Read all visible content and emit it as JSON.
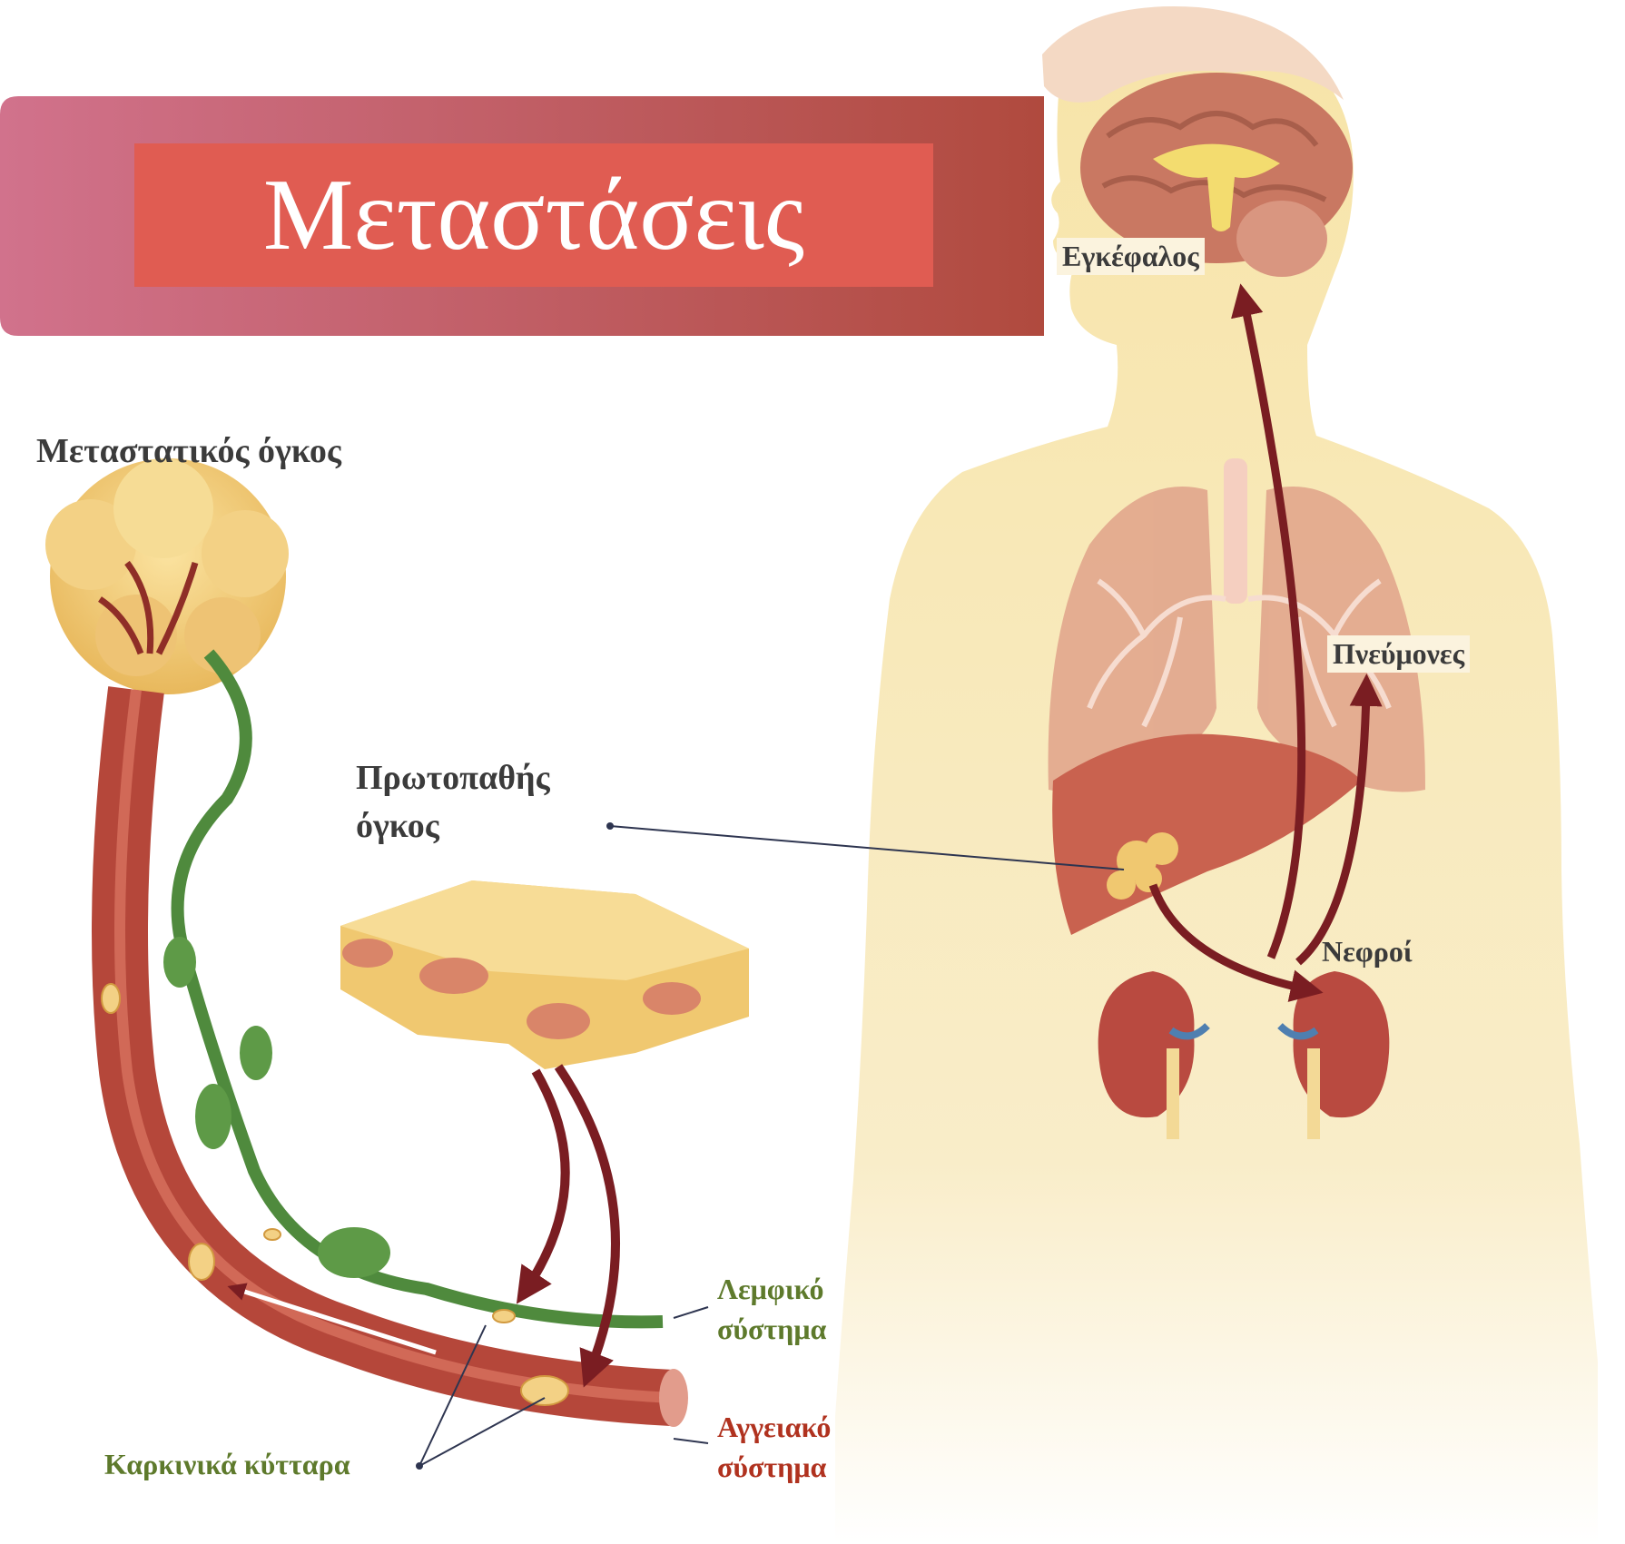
{
  "title": "Μεταστάσεις",
  "labels": {
    "brain": "Εγκέφαλος",
    "lungs": "Πνεύμονες",
    "kidneys": "Νεφροί",
    "metastatic_tumor": "Μεταστατικός όγκος",
    "primary_tumor_line1": "Πρωτοπαθής",
    "primary_tumor_line2": "όγκος",
    "lymphatic_line1": "Λεμφικό",
    "lymphatic_line2": "σύστημα",
    "vascular_line1": "Αγγειακό",
    "vascular_line2": "σύστημα",
    "cancer_cells": "Καρκινικά κύτταρα"
  },
  "colors": {
    "banner_start": "#d1728c",
    "banner_end": "#b04a3e",
    "title_box": "#e05c52",
    "body_skin": "#f6e3a6",
    "organ": "#d97d68",
    "arrow": "#7a1d22",
    "vessel": "#b5473a",
    "lymph": "#4f8a3d",
    "tumor": "#f0c870"
  }
}
